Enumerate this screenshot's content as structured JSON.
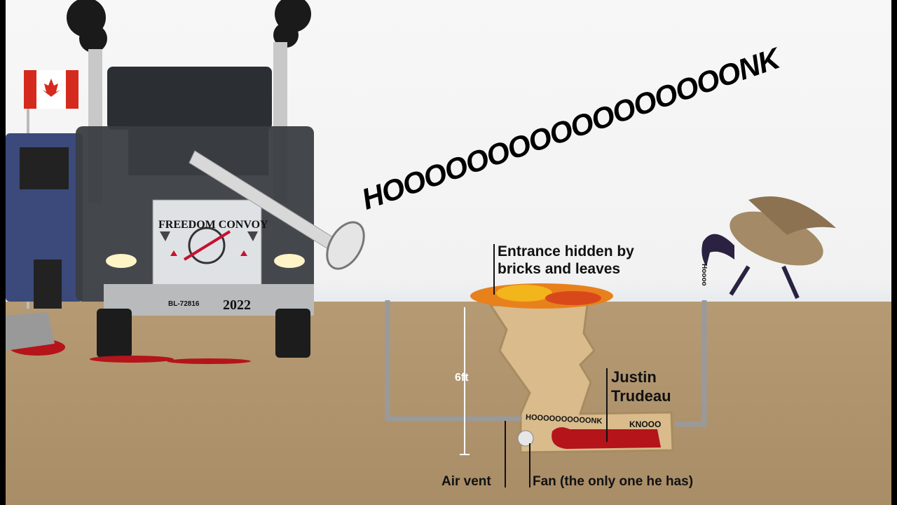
{
  "truck": {
    "banner": "FREEDOM CONVOY",
    "year": "2022",
    "license_plate": "BL-72816"
  },
  "honk_text": "HOOOOOOOOOOOOOOOOONK",
  "diagram": {
    "entrance_label_line1": "Entrance hidden by",
    "entrance_label_line2": "bricks and leaves",
    "depth_label": "6ft",
    "person_label_line1": "Justin",
    "person_label_line2": "Trudeau",
    "vent_honk": "HOOOOOOOOOONK",
    "knooo": "KNOOO",
    "goose_honk": "Hoooo",
    "air_vent_label": "Air vent",
    "fan_label": "Fan (the only one he has)"
  },
  "colors": {
    "ground": "#ab8f69",
    "bunker": "#d9bb8c",
    "blood": "#b4141a",
    "pipe": "#9a9a9a"
  }
}
